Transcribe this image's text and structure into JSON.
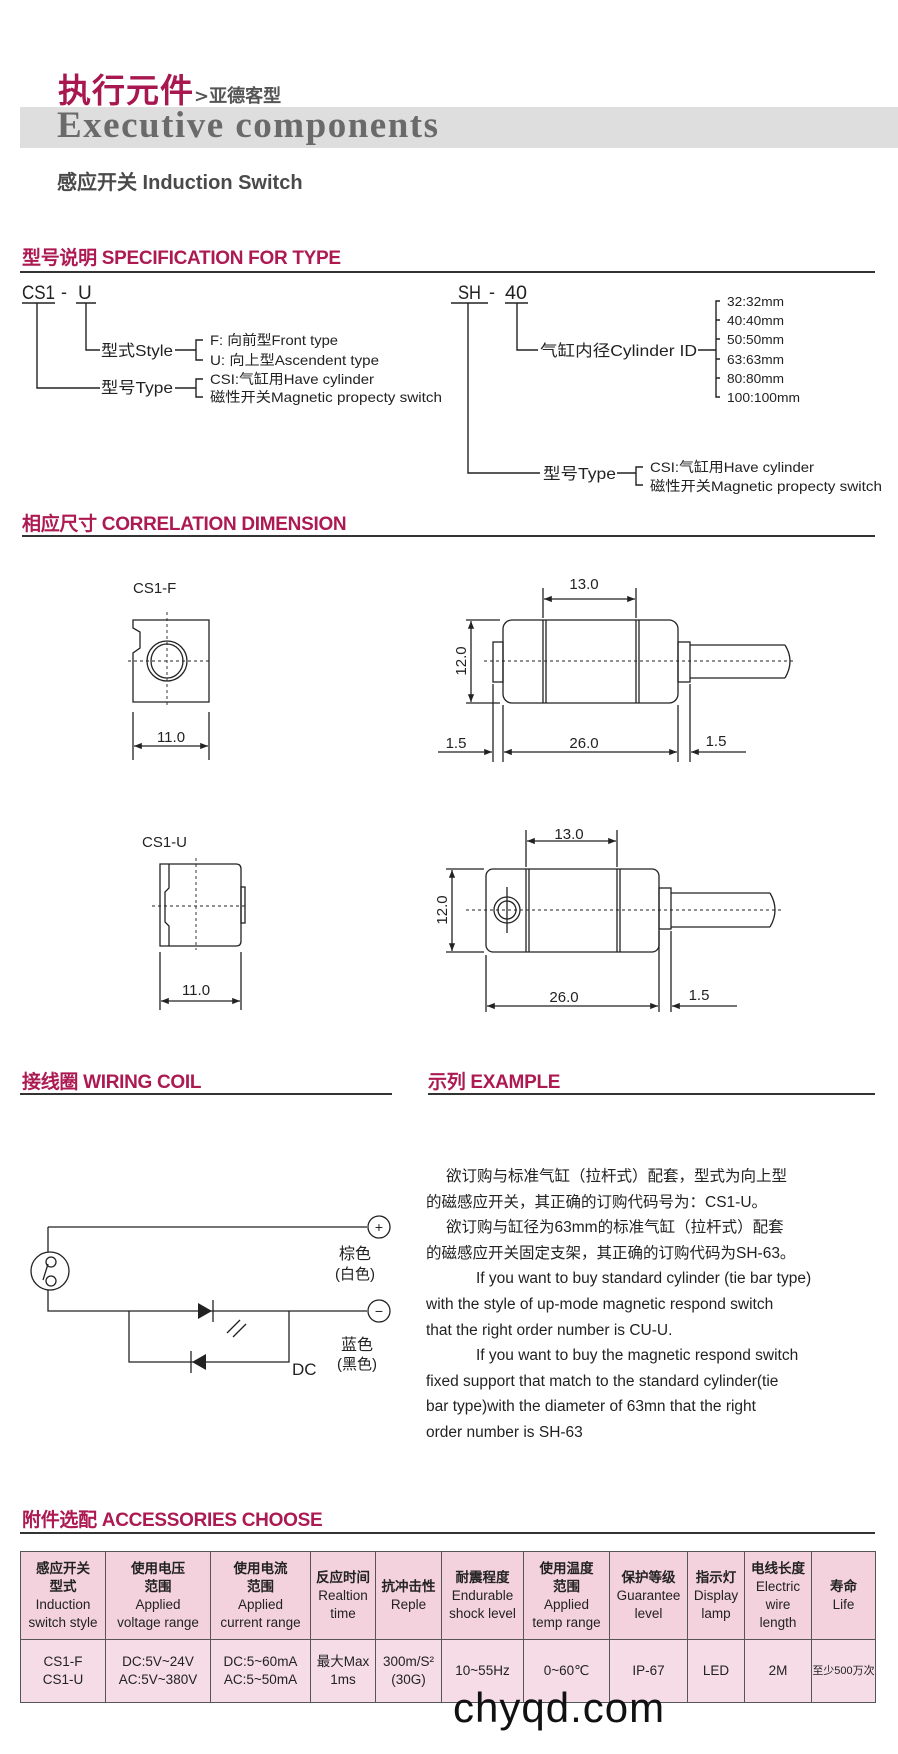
{
  "header": {
    "title_cn": "执行元件",
    "title_sub": ">亚德客型",
    "band_title": "Executive components",
    "subtitle": "感应开关 Induction Switch"
  },
  "sections": {
    "spec": "型号说明 SPECIFICATION FOR TYPE",
    "dimension": "相应尺寸 CORRELATION DIMENSION",
    "wiring": "接线圈 WIRING COIL",
    "example": "示列 EXAMPLE",
    "accessories": "附件选配 ACCESSORIES CHOOSE"
  },
  "spec": {
    "left": {
      "code": "CS1",
      "dash": "-",
      "suffix": "U",
      "style_label": "型式Style",
      "style_options": [
        "F: 向前型Front type",
        "U: 向上型Ascendent type"
      ],
      "type_label": "型号Type",
      "type_options": [
        "CSI:气缸用Have cylinder",
        "磁性开关Magnetic propecty switch"
      ]
    },
    "right": {
      "code": "SH",
      "dash": "-",
      "suffix": "40",
      "id_label": "气缸内径Cylinder ID",
      "id_options": [
        "32:32mm",
        "40:40mm",
        "50:50mm",
        "63:63mm",
        "80:80mm",
        "100:100mm"
      ],
      "type_label": "型号Type",
      "type_options": [
        "CSI:气缸用Have cylinder",
        "磁性开关Magnetic propecty switch"
      ]
    }
  },
  "dimensions": {
    "f": {
      "label": "CS1-F",
      "width": "11.0",
      "band": "13.0",
      "height": "12.0",
      "left_cap": "1.5",
      "length": "26.0",
      "right_cap": "1.5"
    },
    "u": {
      "label": "CS1-U",
      "width": "11.0",
      "band": "13.0",
      "height": "12.0",
      "length": "26.0",
      "right_cap": "1.5"
    }
  },
  "wiring": {
    "plus": "+",
    "minus": "−",
    "brown": "棕色",
    "brown_alt": "(白色)",
    "blue": "蓝色",
    "blue_alt": "(黑色)",
    "dc": "DC"
  },
  "example": {
    "lines": [
      "欲订购与标准气缸（拉杆式）配套，型式为向上型",
      "的磁感应开关，其正确的订购代码号为：CS1-U。",
      "欲订购与缸径为63mm的标准气缸（拉杆式）配套",
      "的磁感应开关固定支架，其正确的订购代码为SH-63。",
      "If you want to buy standard cylinder (tie bar type)",
      "with the style of up-mode magnetic respond switch",
      "that the right order number is CU-U.",
      "If you want to buy the magnetic respond switch",
      "fixed support that match to the standard cylinder(tie",
      " bar type)with the diameter of 63mn that the right",
      "order number is SH-63"
    ]
  },
  "table": {
    "headers": [
      [
        "感应开关",
        "型式",
        "Induction",
        "switch style"
      ],
      [
        "使用电压",
        "范围",
        "Applied",
        "voltage range"
      ],
      [
        "使用电流",
        "范围",
        "Applied",
        "current range"
      ],
      [
        "反应时间",
        "Realtion",
        "time"
      ],
      [
        "抗冲击性",
        "Reple"
      ],
      [
        "耐震程度",
        "Endurable",
        "shock level"
      ],
      [
        "使用温度",
        "范围",
        "Applied",
        "temp range"
      ],
      [
        "保护等级",
        "Guarantee",
        "level"
      ],
      [
        "指示灯",
        "Display",
        "lamp"
      ],
      [
        "电线长度",
        "Electric",
        "wire",
        "length"
      ],
      [
        "寿命",
        "Life"
      ]
    ],
    "row": [
      [
        "CS1-F",
        "CS1-U"
      ],
      [
        "DC:5V~24V",
        "AC:5V~380V"
      ],
      [
        "DC:5~60mA",
        "AC:5~50mA"
      ],
      [
        "最大Max",
        "1ms"
      ],
      [
        "300m/S²",
        "(30G)"
      ],
      [
        "10~55Hz"
      ],
      [
        "0~60℃"
      ],
      [
        "IP-67"
      ],
      [
        "LED"
      ],
      [
        "2M"
      ],
      [
        "至少500万次"
      ]
    ]
  },
  "watermark": "chyqd.com",
  "colors": {
    "accent": "#ad1a52",
    "band": "#dedede",
    "table_header": "#f3d2de"
  }
}
